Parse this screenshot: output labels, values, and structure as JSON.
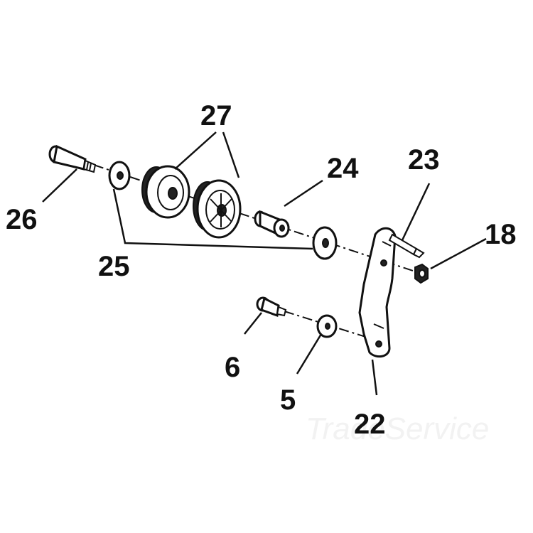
{
  "callouts": {
    "c27": "27",
    "c26": "26",
    "c25": "25",
    "c24": "24",
    "c23": "23",
    "c18": "18",
    "c6": "6",
    "c5": "5",
    "c22": "22"
  },
  "watermark": {
    "text": "TradeService"
  },
  "colors": {
    "ink": "#111111",
    "paper": "#ffffff",
    "watermark": "#f2f2f2"
  }
}
